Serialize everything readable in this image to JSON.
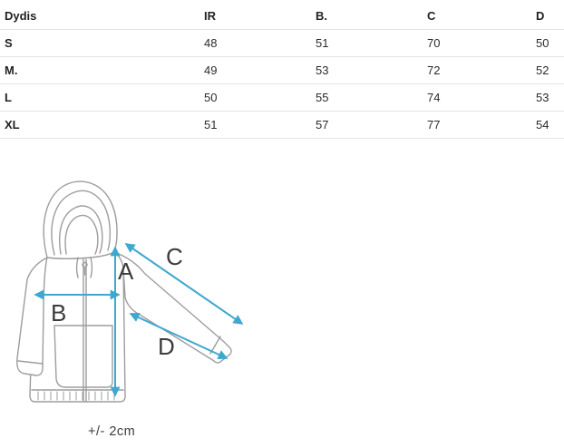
{
  "table": {
    "columns": [
      "Dydis",
      "IR",
      "B.",
      "C",
      "D"
    ],
    "rows": [
      {
        "label": "S",
        "values": [
          "48",
          "51",
          "70",
          "50"
        ]
      },
      {
        "label": "M.",
        "values": [
          "49",
          "53",
          "72",
          "52"
        ]
      },
      {
        "label": "L",
        "values": [
          "50",
          "55",
          "74",
          "53"
        ]
      },
      {
        "label": "XL",
        "values": [
          "51",
          "57",
          "77",
          "54"
        ]
      }
    ]
  },
  "diagram": {
    "labels": {
      "a": "A",
      "b": "B",
      "c": "C",
      "d": "D"
    },
    "tolerance": "+/- 2cm",
    "arrow_color": "#3fa8ce",
    "outline_color": "#9d9d9d",
    "label_color": "#3c3c3c"
  }
}
